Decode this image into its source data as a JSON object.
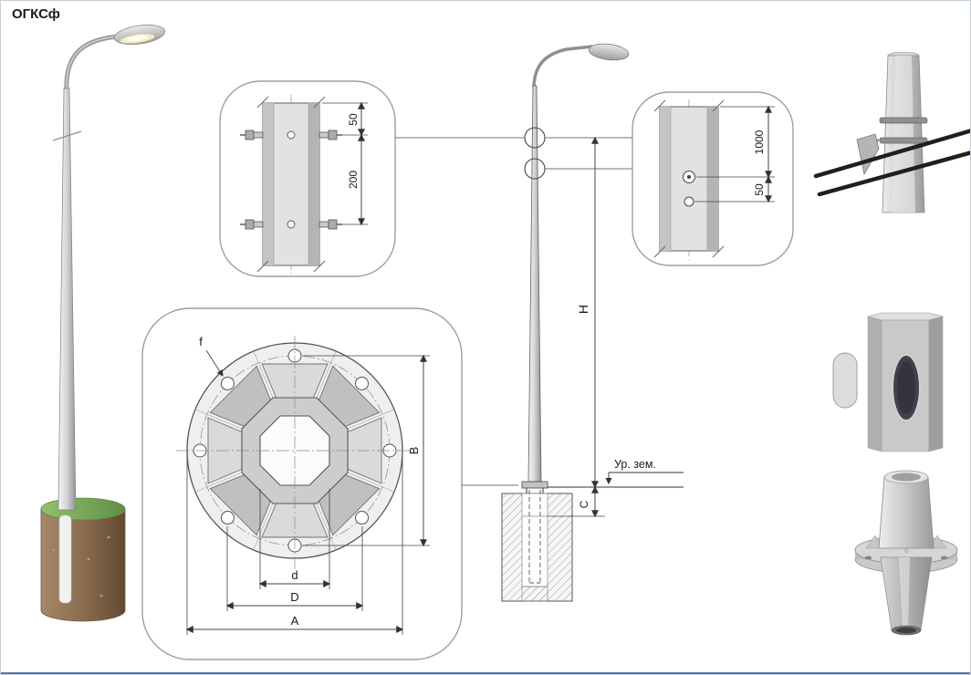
{
  "title": "ОГКСф",
  "colors": {
    "line": "#4a4a4a",
    "dim_line": "#333333",
    "callout_border": "#9aa0a6",
    "steel_light": "#efefef",
    "steel_mid": "#c6c6c6",
    "steel_dark": "#9a9a9a",
    "grass": "#76a455",
    "soil": "#8a6c4e",
    "cable": "#1f1f1f",
    "bottom_accent": "#5276b4"
  },
  "joint_detail": {
    "dim_top": "50",
    "dim_span": "200"
  },
  "entry_detail": {
    "dim_top": "1000",
    "dim_bottom": "50"
  },
  "flange_detail": {
    "hole": "f",
    "width": "B",
    "inner_diameter": "d",
    "bolt_circle": "D",
    "outer_diameter": "A"
  },
  "elevation": {
    "height": "H",
    "embed": "C",
    "ground_level": "Ур. зем."
  }
}
